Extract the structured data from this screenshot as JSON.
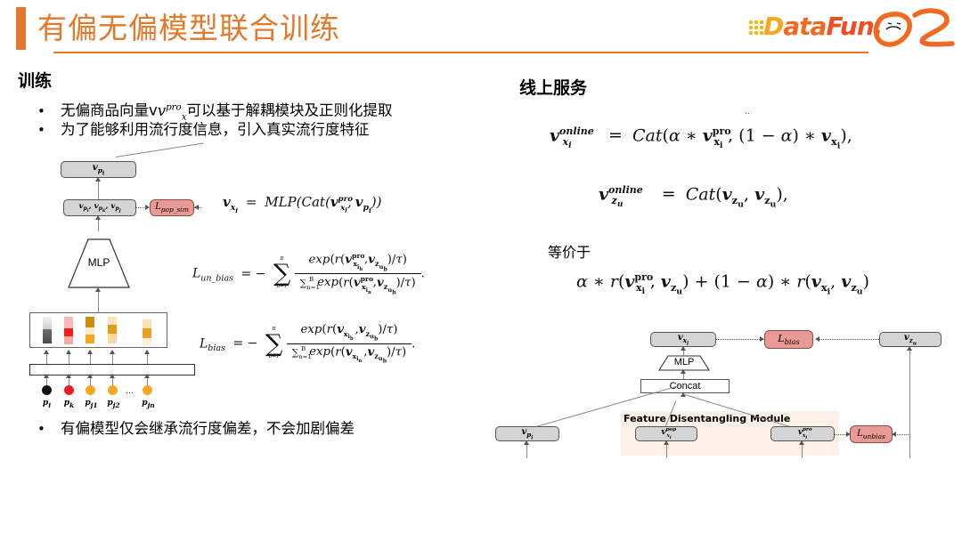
{
  "header": {
    "title": "有偏无偏模型联合训练",
    "accent_color": "#E3792A"
  },
  "logo": {
    "text_part1": "D",
    "text_part2": "ata",
    "text_part3": "Fun.",
    "name": "DataFun.",
    "colors": [
      "#F7A81B",
      "#F26A21",
      "#F04E23"
    ]
  },
  "left": {
    "section_title": "训练",
    "bullets": [
      {
        "marker": "•",
        "text_before": "无偏商品向量v",
        "sup": "pro",
        "sub": "x",
        "text_after": "可以基于解耦模块及正则化提取"
      },
      {
        "marker": "•",
        "text": "为了能够利用流行度信息，引入真实流行度特征"
      },
      {
        "marker": "•",
        "text": "有偏模型仅会继承流行度偏差，不会加剧偏差"
      }
    ],
    "diagram": {
      "top_box": "v_{p_i}",
      "mid_box": "v_{p_i}, v_{p_k}, v_{p_j}",
      "loss_box": "L_pop_sim",
      "mlp_label": "MLP",
      "item_labels": [
        "p_i",
        "p_k",
        "p_j1",
        "p_j2",
        "p_jn"
      ],
      "ellipsis": "...",
      "circle_colors": [
        "#111111",
        "#F01C1C",
        "#F5A623",
        "#F5A623",
        "#F5A623"
      ]
    },
    "equations": {
      "vxi": "v_{x_i} = MLP(Cat(v^{pro}_{x_i}, v_{p_i}))",
      "l_un_bias_name": "L_un_bias",
      "l_bias_name": "L_bias",
      "sum_upper": "B",
      "sum_lower": "b=1",
      "den_sum_lower": "n=1",
      "den_sum_upper": "B",
      "exp": "exp",
      "tau": "τ",
      "r": "r"
    }
  },
  "right": {
    "section_title": "线上服务",
    "eq1": "v^{online}_{x_i} = Cat(α * v^{pro}_{x_i}, (1 − α) * v_{x_i}),",
    "eq2": "v^{online}_{z_u} = Cat(v_{z_u}, v_{z_u}),",
    "equivalent_label": "等价于",
    "eq3": "α * r(v^{pro}_{x_i}, v_{z_u}) + (1 − α) * r(v_{x_i}, v_{z_u})",
    "diagram": {
      "vxi_box": "v_{x_i}",
      "vzu_box": "v_{z_u}",
      "bias_loss": "L_bias",
      "unbias_loss": "L_unbias",
      "mlp_label": "MLP",
      "concat_label": "Concat",
      "vpi_box": "v_{p_i}",
      "vpop_box": "v^{pop}_{x_i}",
      "vpro_box": "v^{pro}_{x_i}",
      "module_title": "Feature Disentangling Module",
      "module_bg": "#FDF0E6",
      "loss_color": "#E99A95"
    }
  }
}
